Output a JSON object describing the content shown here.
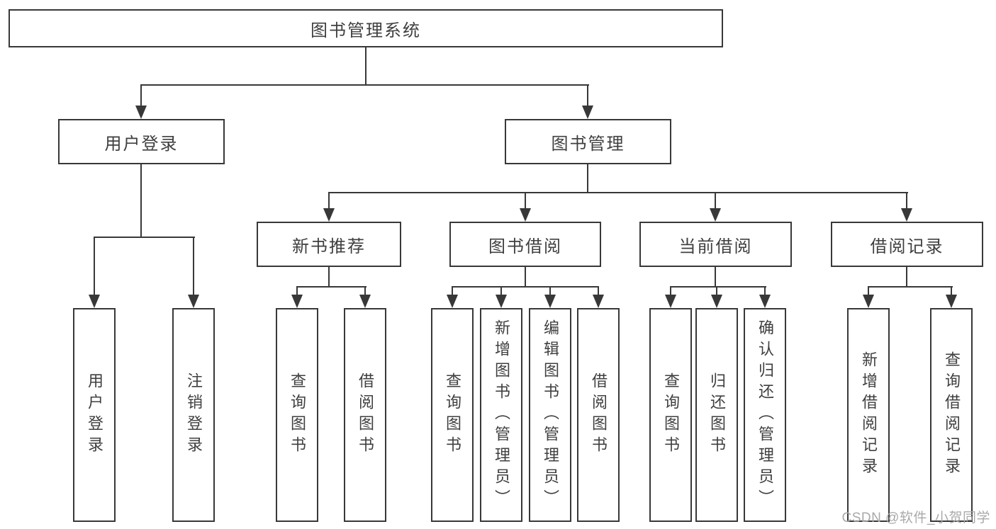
{
  "diagram": {
    "root": {
      "label": "图书管理系统"
    },
    "level2": [
      {
        "label": "用户登录"
      },
      {
        "label": "图书管理"
      }
    ],
    "level3": [
      {
        "label": "新书推荐"
      },
      {
        "label": "图书借阅"
      },
      {
        "label": "当前借阅"
      },
      {
        "label": "借阅记录"
      }
    ],
    "leaf_groups": [
      {
        "parent": "用户登录",
        "items": [
          {
            "label": "用户登录"
          },
          {
            "label": "注销登录"
          }
        ]
      },
      {
        "parent": "新书推荐",
        "items": [
          {
            "label": "查询图书"
          },
          {
            "label": "借阅图书"
          }
        ]
      },
      {
        "parent": "图书借阅",
        "items": [
          {
            "label": "查询图书"
          },
          {
            "label": "新增图书（管理员）"
          },
          {
            "label": "编辑图书（管理员）"
          },
          {
            "label": "借阅图书"
          }
        ]
      },
      {
        "parent": "当前借阅",
        "items": [
          {
            "label": "查询图书"
          },
          {
            "label": "归还图书"
          },
          {
            "label": "确认归还（管理员）"
          }
        ]
      },
      {
        "parent": "借阅记录",
        "items": [
          {
            "label": "新增借阅记录"
          },
          {
            "label": "查询借阅记录"
          }
        ]
      }
    ]
  },
  "watermark": {
    "text": "CSDN @软件_小贺同学"
  },
  "colors": {
    "line": "#383838",
    "text": "#3f3f3f",
    "background": "#ffffff",
    "watermark": "#a9a9a9"
  }
}
